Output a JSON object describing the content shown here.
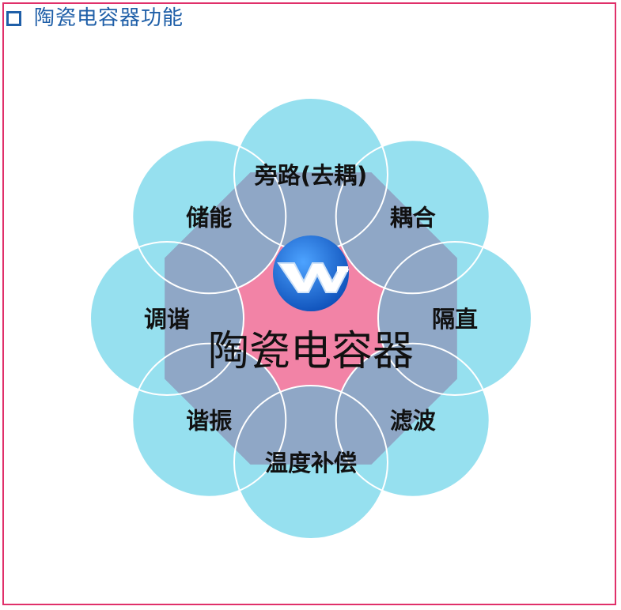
{
  "title": "陶瓷电容器功能",
  "colors": {
    "frame": "#e0306a",
    "title": "#1f5fa8",
    "center_fill": "#f283a6",
    "petal_fill": "#96e0ef",
    "overlap_fill": "#8fa7c6",
    "logo_blue": "#1a6fd6"
  },
  "center": {
    "label": "陶瓷电容器",
    "logo_icon": "w-logo-icon"
  },
  "functions": [
    {
      "id": "bypass",
      "label": "旁路(去耦)"
    },
    {
      "id": "coupling",
      "label": "耦合"
    },
    {
      "id": "dc-block",
      "label": "隔直"
    },
    {
      "id": "filter",
      "label": "滤波"
    },
    {
      "id": "temp-comp",
      "label": "温度补偿"
    },
    {
      "id": "resonance",
      "label": "谐振"
    },
    {
      "id": "tuning",
      "label": "调谐"
    },
    {
      "id": "storage",
      "label": "储能"
    }
  ]
}
